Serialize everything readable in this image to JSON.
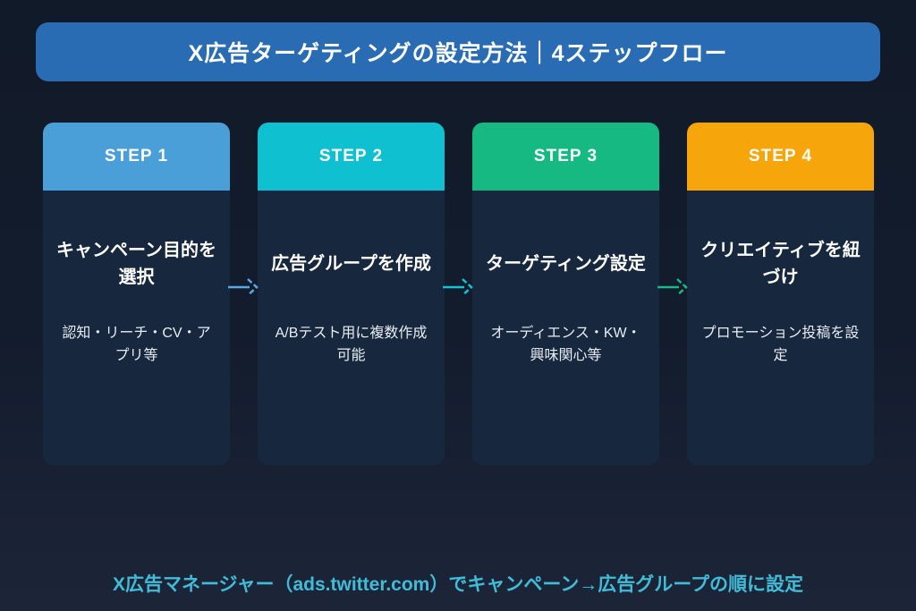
{
  "title": "X広告ターゲティングの設定方法｜4ステップフロー",
  "steps": [
    {
      "label": "STEP 1",
      "title": "キャンペーン目的を選択",
      "desc": "認知・リーチ・CV・アプリ等",
      "header_color": "#4a9fd9"
    },
    {
      "label": "STEP 2",
      "title": "広告グループを作成",
      "desc": "A/Bテスト用に複数作成可能",
      "header_color": "#0fc0d0"
    },
    {
      "label": "STEP 3",
      "title": "ターゲティング設定",
      "desc": "オーディエンス・KW・興味関心等",
      "header_color": "#16b981"
    },
    {
      "label": "STEP 4",
      "title": "クリエイティブを紐づけ",
      "desc": "プロモーション投稿を設定",
      "header_color": "#f6a50b"
    }
  ],
  "arrows": [
    {
      "color": "#5ba8e0"
    },
    {
      "color": "#13c3d3"
    },
    {
      "color": "#19b981"
    }
  ],
  "footer": "X広告マネージャー（ads.twitter.com）でキャンペーン→広告グループの順に設定",
  "colors": {
    "background_top": "#111a28",
    "background_bottom": "#1c2538",
    "banner": "#2a6cb3",
    "card_body": "#16273e",
    "footer_text": "#41bcd8",
    "text": "#ffffff"
  }
}
